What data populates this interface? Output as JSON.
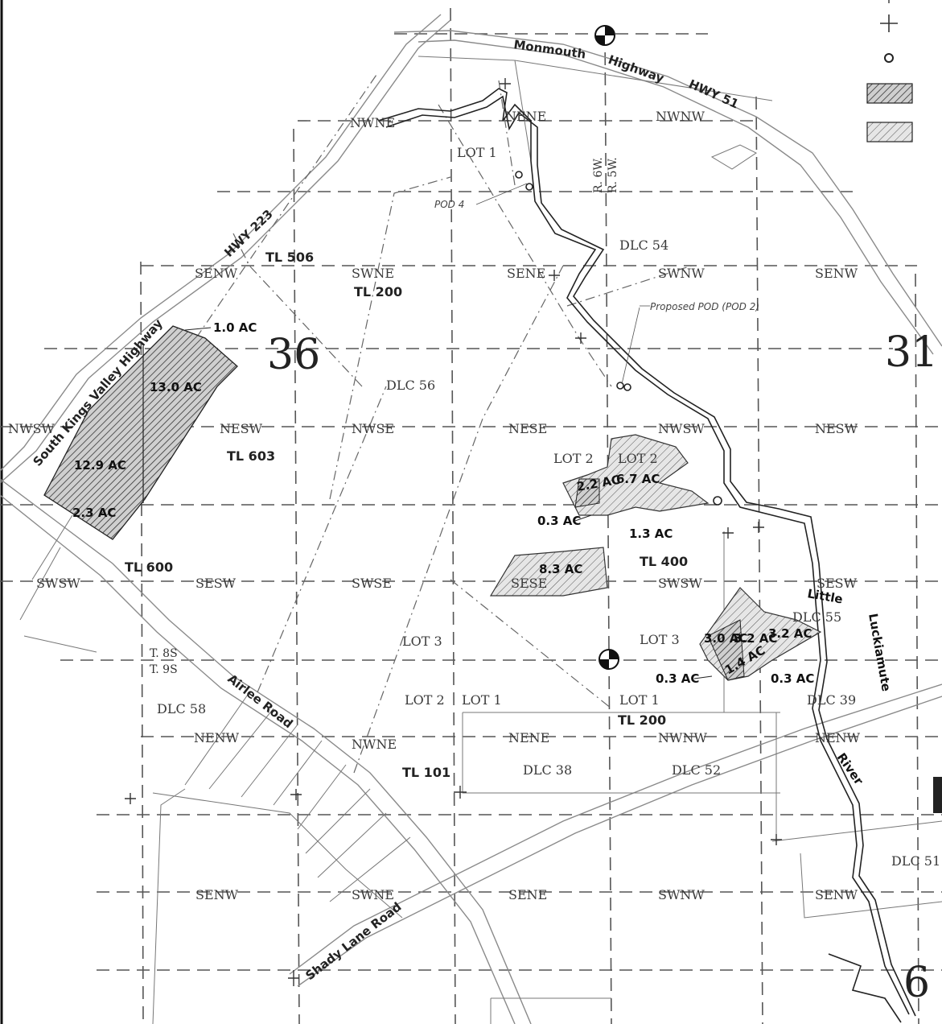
{
  "sections": [
    "36",
    "31",
    "6"
  ],
  "roads": [
    "Monmouth",
    "Highway",
    "HWY 51",
    "HWY 223",
    "South Kings Valley Highway",
    "Airlee Road",
    "Shady Lane Road"
  ],
  "river": [
    "Little",
    "Luckiamute",
    "River"
  ],
  "township": [
    "T. 8S",
    "T. 9S"
  ],
  "range": [
    "R. 6W.",
    "R. 5W."
  ],
  "pods": [
    "POD 4",
    "Proposed POD (POD 2)"
  ],
  "quarter_labels": [
    "NWNE",
    "NENE",
    "NWNW",
    "LOT 1",
    "SENW",
    "SWNE",
    "SENE",
    "SWNW",
    "SENW",
    "DLC 54",
    "DLC 56",
    "NWSW",
    "NESW",
    "NWSE",
    "NESE",
    "NWSW",
    "NESW",
    "LOT 2",
    "LOT 2",
    "SWSW",
    "SESW",
    "SWSE",
    "SESE",
    "SWSW",
    "SESW",
    "DLC 55",
    "LOT 3",
    "LOT 3",
    "DLC 58",
    "NENW",
    "NWNE",
    "LOT 2",
    "LOT 1",
    "LOT 1",
    "NENE",
    "NWNW",
    "DLC 38",
    "DLC 52",
    "DLC 39",
    "NENW",
    "SENW",
    "SWNE",
    "SENE",
    "SWNW",
    "SENW",
    "DLC 51"
  ],
  "tax_lots": [
    "TL 506",
    "TL 200",
    "TL 603",
    "TL 600",
    "TL 400",
    "TL 200",
    "TL 101"
  ],
  "acreages": [
    "1.0 AC",
    "13.0 AC",
    "12.9 AC",
    "2.3 AC",
    "2.2 AC",
    "6.7 AC",
    "0.3 AC",
    "1.3 AC",
    "8.3 AC",
    "3.0 AC",
    "3.2 AC",
    "3.2 AC",
    "0.3 AC",
    "1.4 AC",
    "0.3 AC"
  ],
  "legend": {
    "symbols": [
      "plus-icon",
      "circle-icon",
      "hatch-dense",
      "hatch-light"
    ]
  }
}
